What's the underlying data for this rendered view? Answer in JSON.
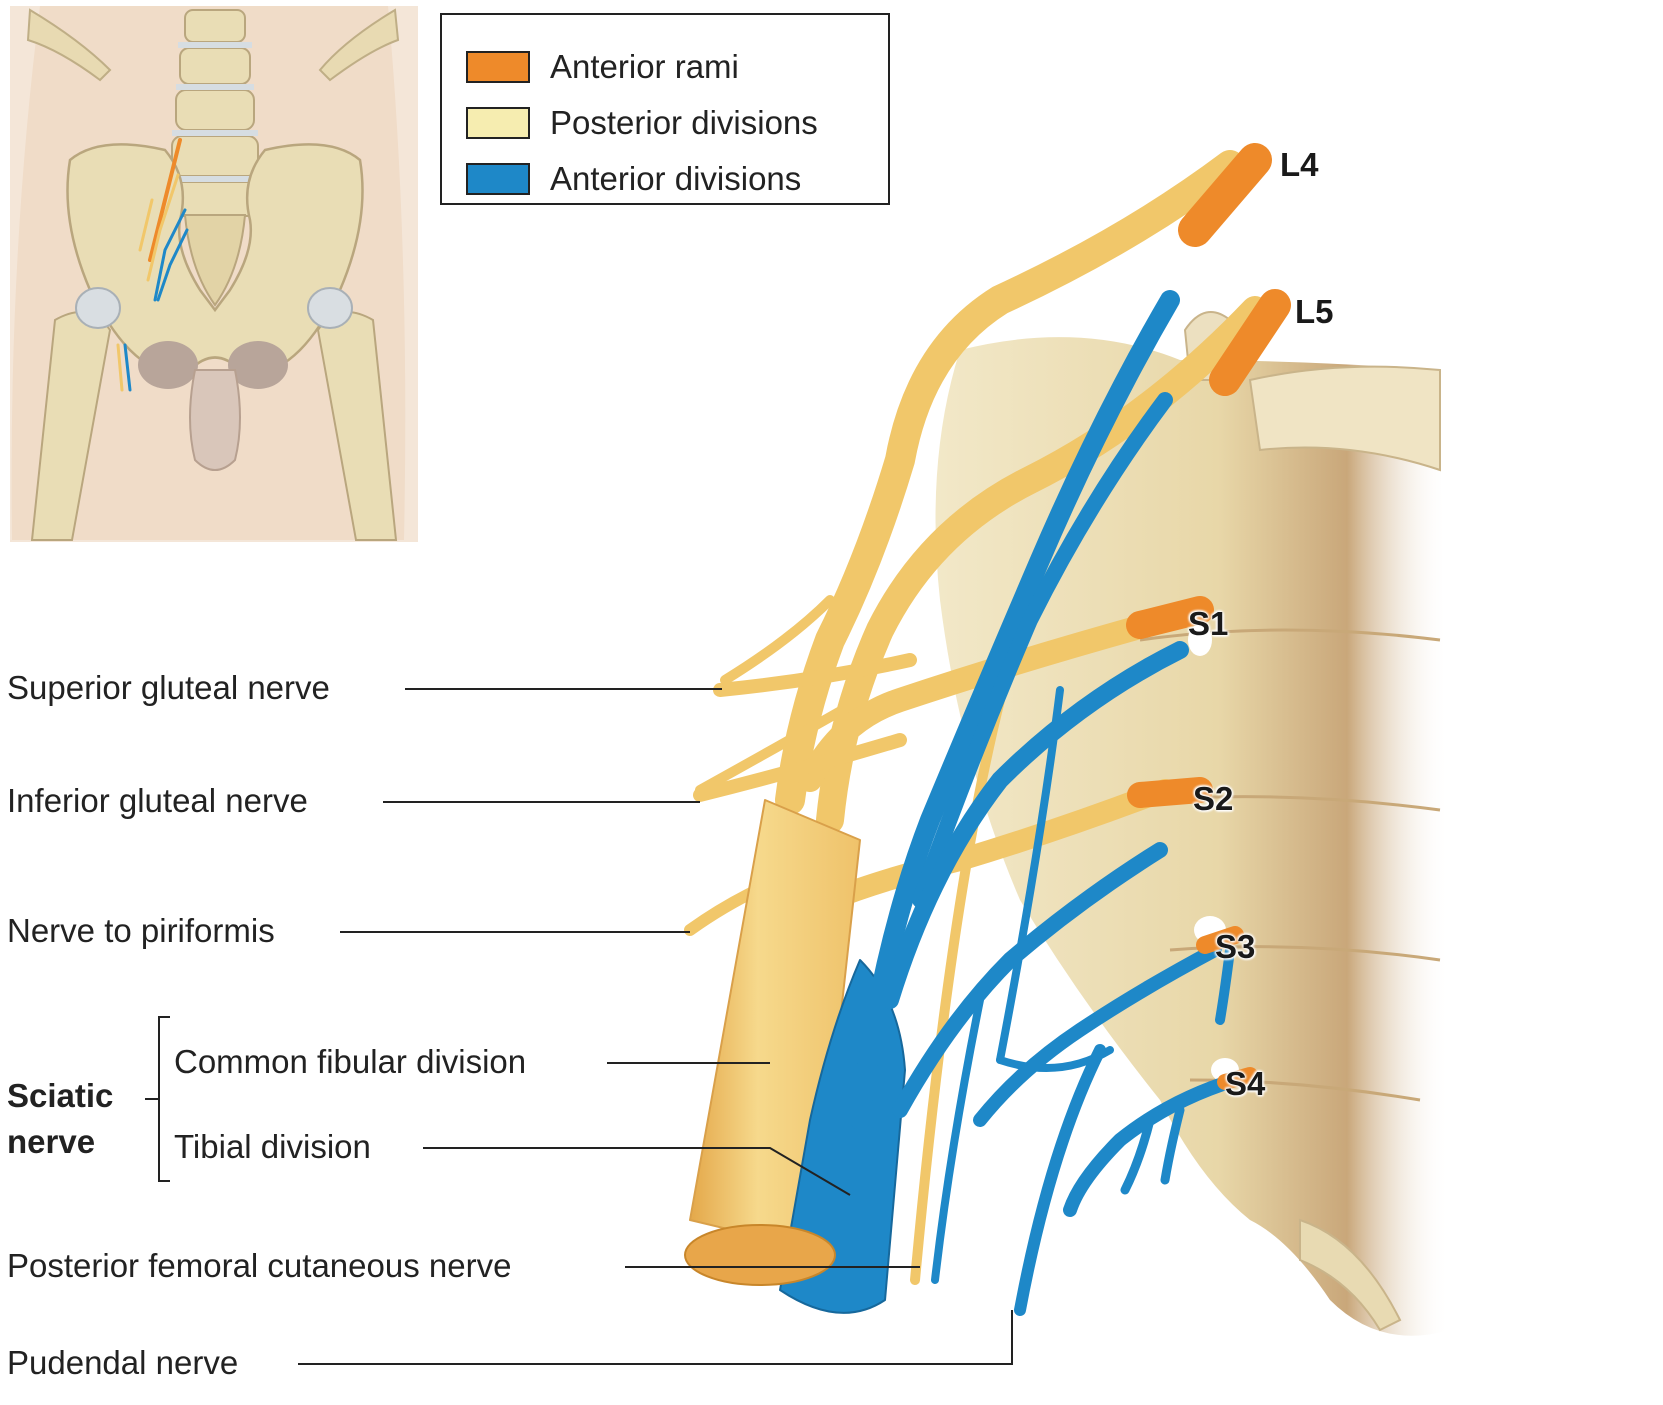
{
  "legend": {
    "items": [
      {
        "label": "Anterior rami",
        "color": "#EE8A2A"
      },
      {
        "label": "Posterior divisions",
        "color": "#F6EDB0"
      },
      {
        "label": "Anterior divisions",
        "color": "#1E88C8"
      }
    ]
  },
  "roots": {
    "l4": "L4",
    "l5": "L5",
    "s1": "S1",
    "s2": "S2",
    "s3": "S3",
    "s4": "S4"
  },
  "labels": {
    "superior_gluteal": "Superior gluteal nerve",
    "inferior_gluteal": "Inferior gluteal nerve",
    "nerve_to_piriformis": "Nerve to piriformis",
    "common_fibular": "Common fibular division",
    "tibial": "Tibial division",
    "sciatic_line1": "Sciatic",
    "sciatic_line2": "nerve",
    "posterior_femoral_cutaneous": "Posterior femoral cutaneous nerve",
    "pudendal": "Pudendal nerve"
  },
  "colors": {
    "bone": "#E9DDB5",
    "skin": "#F3E4D4",
    "nerve_yellow": "#F1C76A",
    "nerve_blue": "#1E88C8",
    "nerve_orange": "#EE8A2A"
  }
}
